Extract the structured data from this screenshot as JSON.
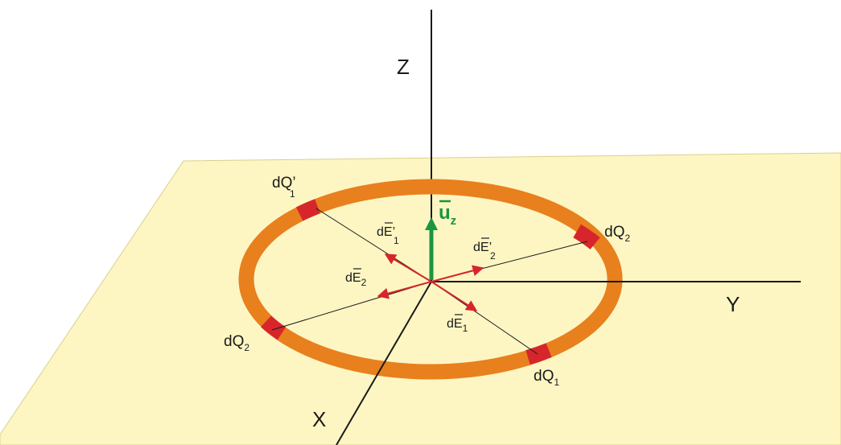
{
  "diagram": {
    "axes": {
      "x": "X",
      "y": "Y",
      "z": "Z"
    },
    "unit_vector": {
      "base": "u",
      "subscript": "z"
    },
    "charges": [
      {
        "id": "dq1",
        "base": "dQ",
        "sub": "1",
        "prime": ""
      },
      {
        "id": "dq1p",
        "base": "dQ",
        "sub": "1",
        "prime": "’"
      },
      {
        "id": "dq2",
        "base": "dQ",
        "sub": "2",
        "prime": ""
      },
      {
        "id": "dq2p",
        "base": "dQ",
        "sub": "2",
        "prime": ""
      }
    ],
    "fields": [
      {
        "id": "e1",
        "base": "dE",
        "sub": "1",
        "prime": ""
      },
      {
        "id": "e1p",
        "base": "dE",
        "sub": "1",
        "prime": "’"
      },
      {
        "id": "e2",
        "base": "dE",
        "sub": "2",
        "prime": ""
      },
      {
        "id": "e2p",
        "base": "dE",
        "sub": "2",
        "prime": "’"
      }
    ],
    "colors": {
      "plane": "#fdf6c3",
      "ring": "#e8801e",
      "charge_segment": "#d7262b",
      "field_arrow": "#d7262b",
      "unit_vector": "#1a9640",
      "axis": "#1a1a1a"
    }
  }
}
